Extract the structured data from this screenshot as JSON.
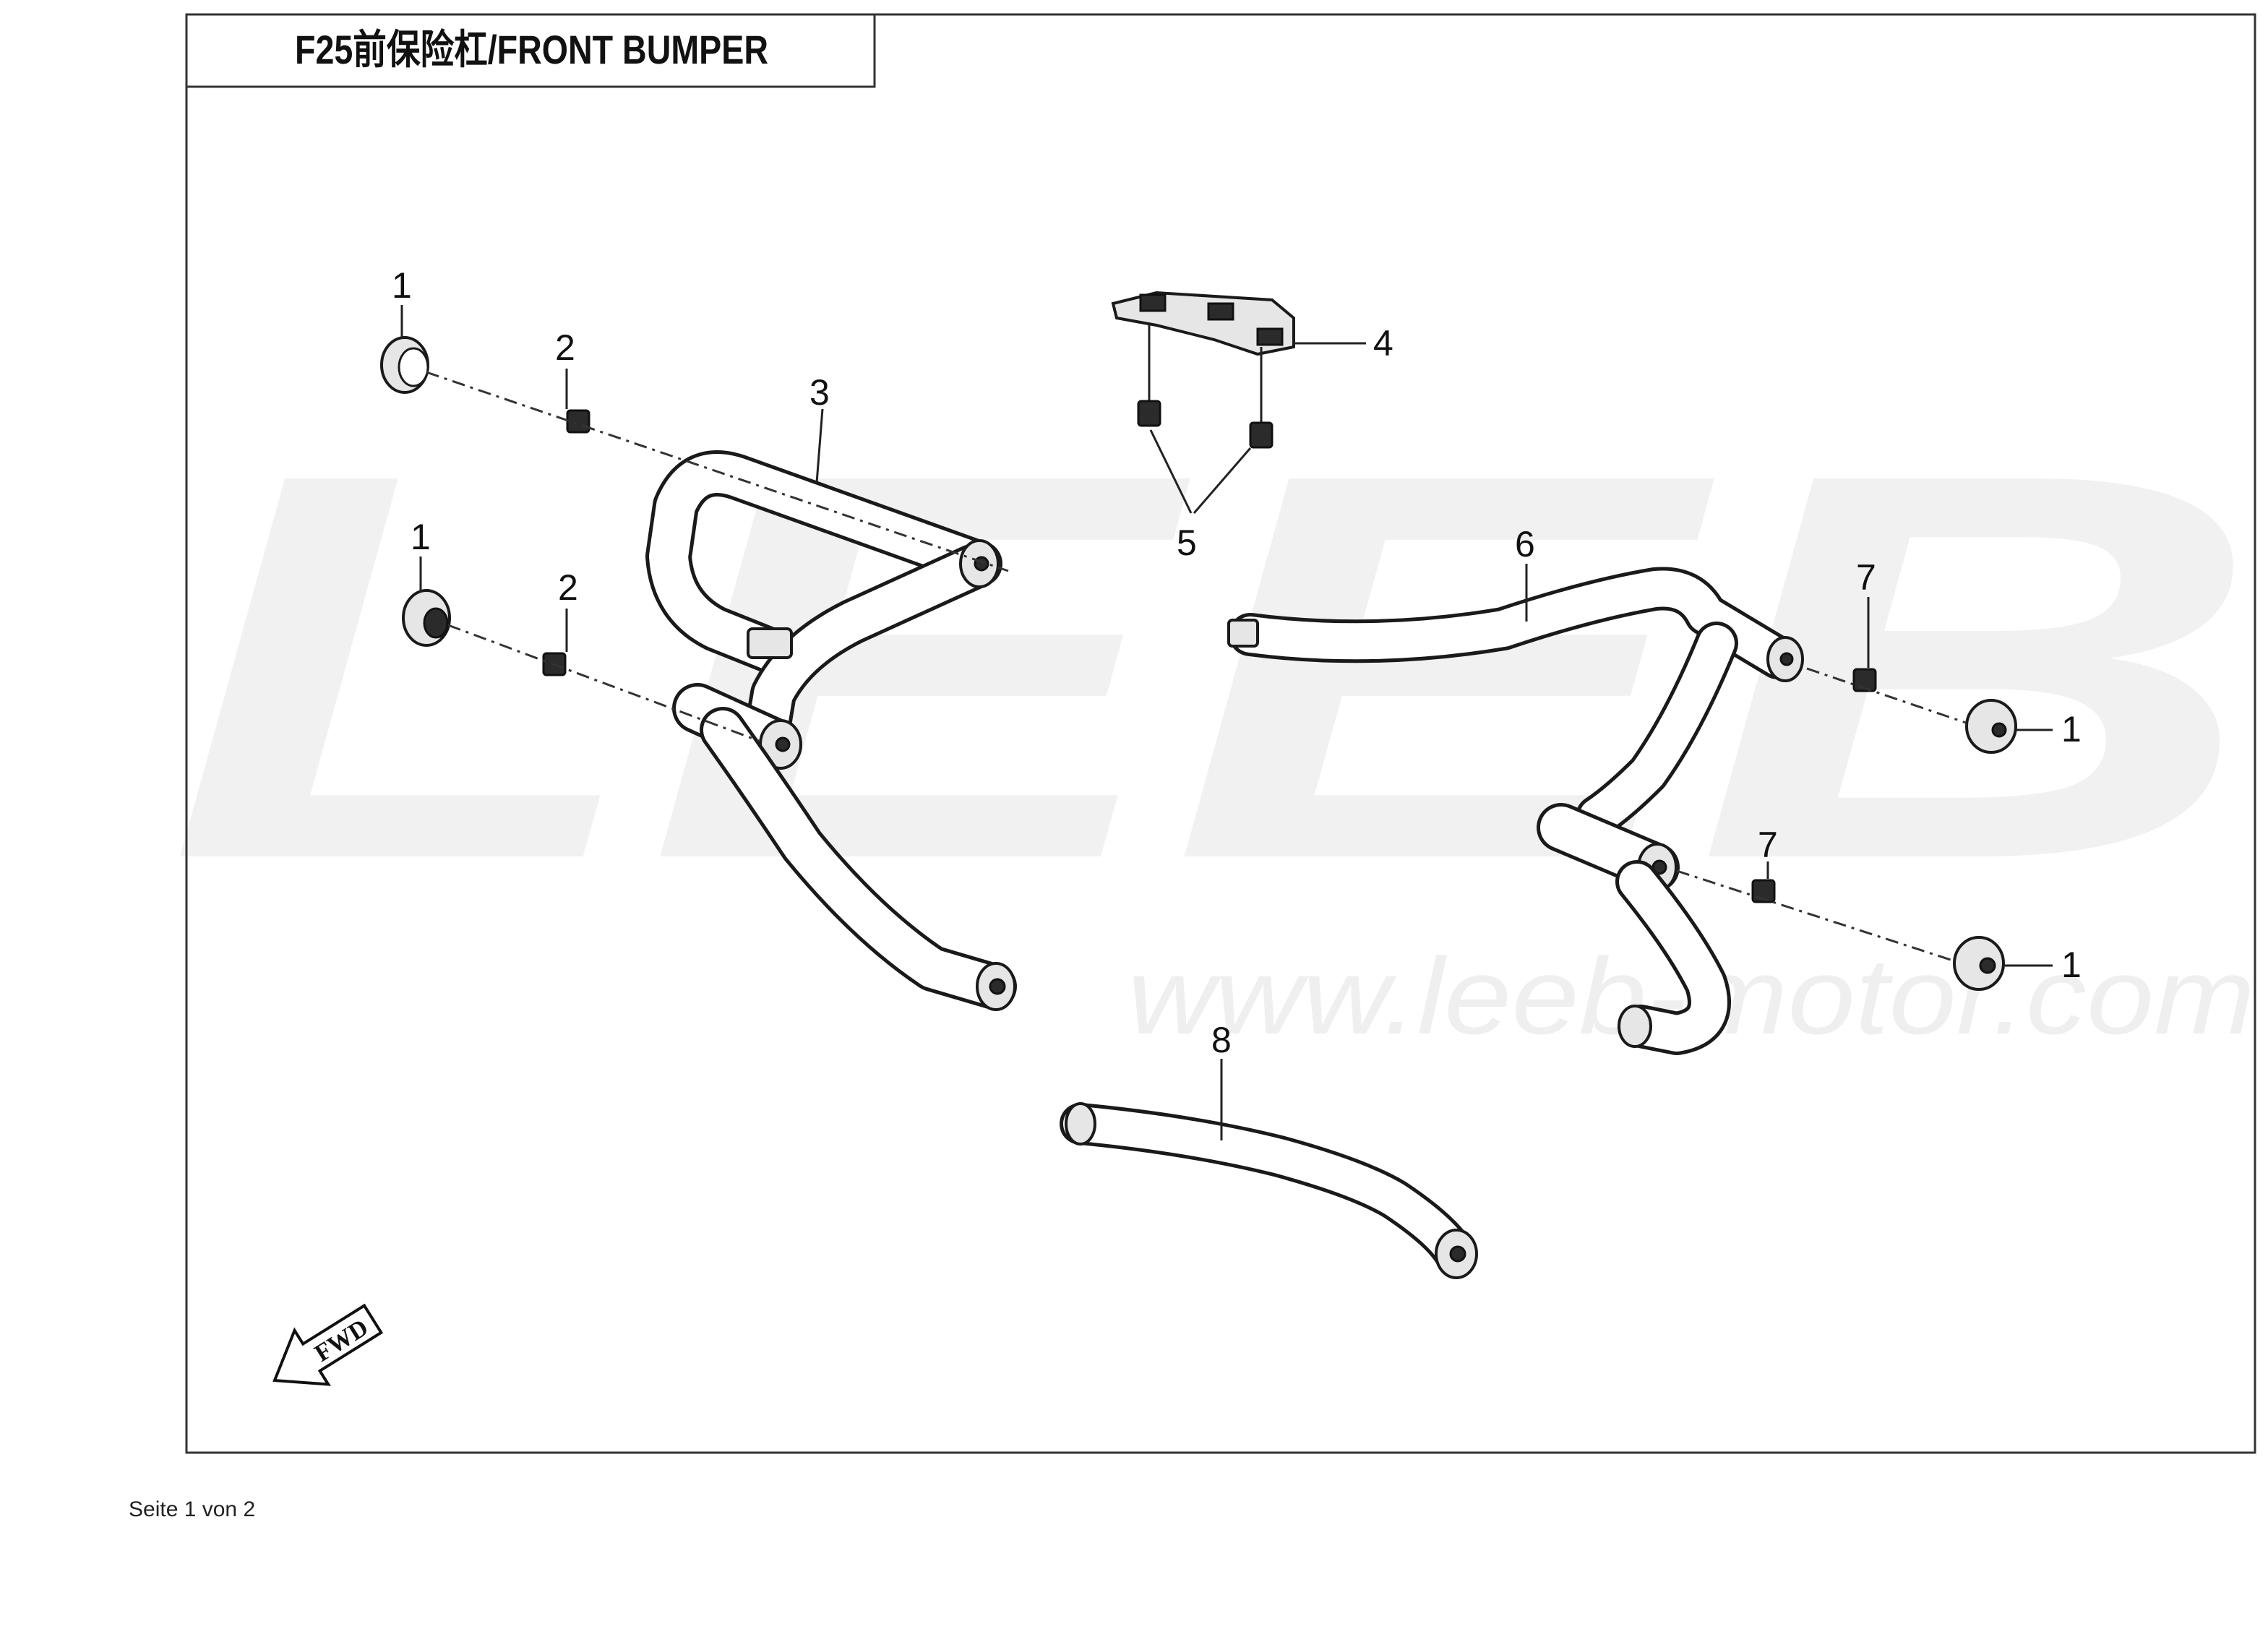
{
  "title": "F25前保险杠/FRONT BUMPER",
  "watermark": {
    "logo": "LEEB",
    "url": "www.leeb-motor.com"
  },
  "fwd_label": "FWD",
  "callouts": {
    "c1a": "1",
    "c2a": "2",
    "c3": "3",
    "c4": "4",
    "c1b": "1",
    "c2b": "2",
    "c5": "5",
    "c6": "6",
    "c7a": "7",
    "c1c": "1",
    "c7b": "7",
    "c1d": "1",
    "c8": "8"
  },
  "footer": "Seite 1 von 2"
}
